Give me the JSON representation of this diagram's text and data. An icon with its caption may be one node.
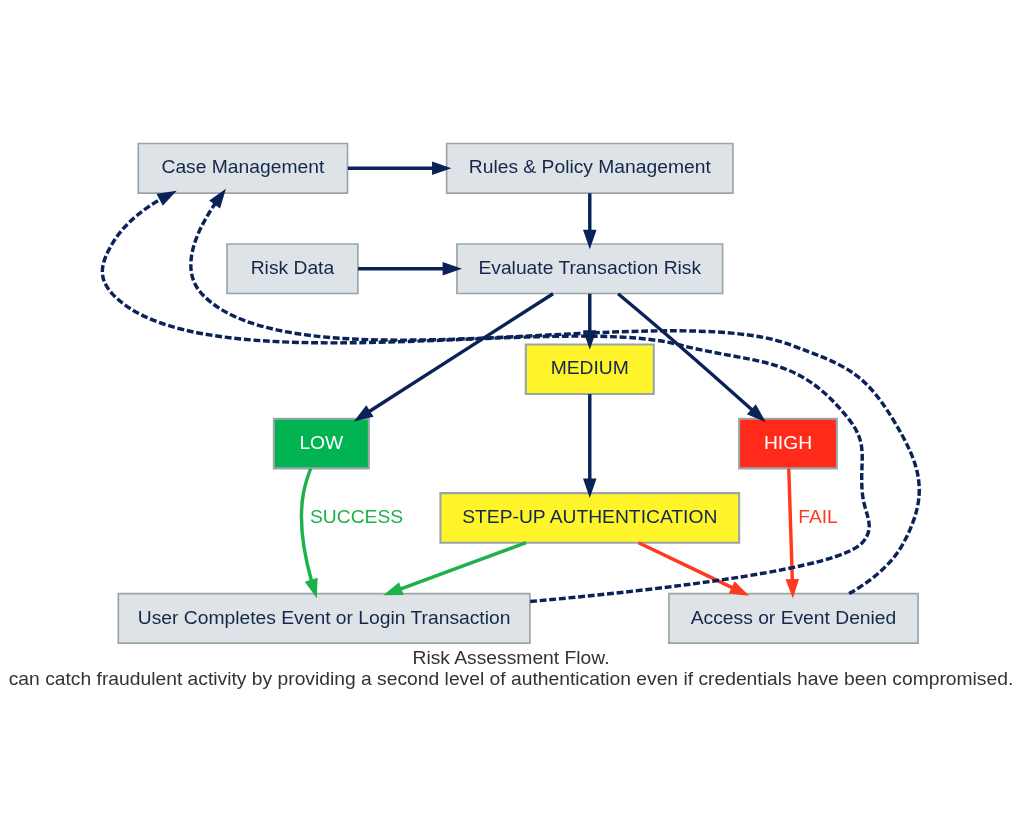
{
  "diagram": {
    "title": "Risk Assessment Flow.",
    "caption": "can catch fraudulent activity by providing a second level of authentication even if credentials have been compromised.",
    "nodes": [
      {
        "text": [
          "Rules & Policy Management"
        ]
      },
      {
        "text": [
          "Case Management"
        ]
      },
      {
        "text": [
          "Risk Data"
        ]
      },
      {
        "text": [
          "Evaluate Transaction Risk"
        ]
      },
      {
        "text": [
          "LOW"
        ]
      },
      {
        "text": [
          "MEDIUM"
        ]
      },
      {
        "text": [
          "HIGH"
        ]
      },
      {
        "text": [
          "STEP-UP AUTHENTICATION"
        ]
      },
      {
        "text": [
          "User Completes Event or Login Transaction"
        ]
      },
      {
        "text": [
          "Access or Event Denied"
        ]
      }
    ],
    "edges": [
      {
        "from": 1,
        "to": 0,
        "arrow": "to"
      },
      {
        "from": 0,
        "to": 3,
        "arrow": "to"
      },
      {
        "from": 2,
        "to": 3,
        "arrow": "to"
      },
      {
        "from": 3,
        "to": 4,
        "arrow": "to"
      },
      {
        "from": 3,
        "to": 5,
        "arrow": "to"
      },
      {
        "from": 3,
        "to": 6,
        "arrow": "to"
      },
      {
        "from": 5,
        "to": 7,
        "arrow": "to"
      },
      {
        "from": 4,
        "to": 8,
        "arrow": "to",
        "label": "SUCCESS",
        "color": "#1db14b"
      },
      {
        "from": 7,
        "to": 8,
        "arrow": "to",
        "color": "#1db14b"
      },
      {
        "from": 7,
        "to": 9,
        "arrow": "to",
        "color": "#ff3a1f"
      },
      {
        "from": 6,
        "to": 9,
        "arrow": "to",
        "label": "FAIL",
        "color": "#ff3a1f"
      },
      {
        "from": 8,
        "to": 1,
        "arrow": "to",
        "style": "dashed"
      },
      {
        "from": 9,
        "to": 1,
        "arrow": "to",
        "style": "dashed"
      }
    ]
  }
}
